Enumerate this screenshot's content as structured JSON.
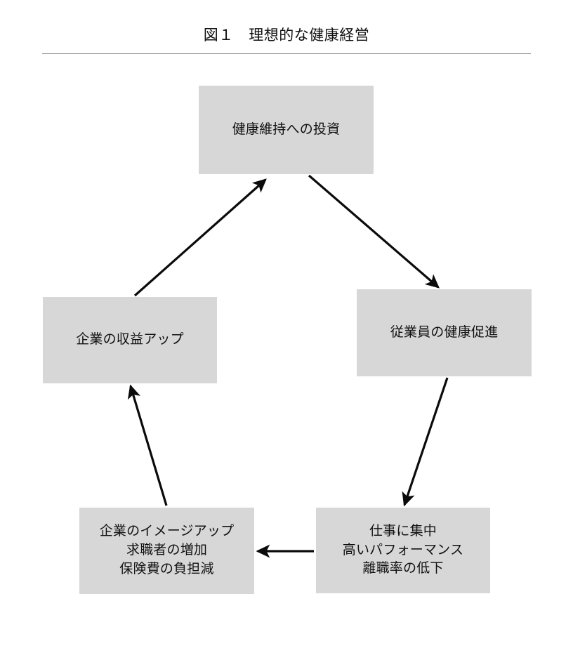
{
  "figure": {
    "title": "図１　理想的な健康経営",
    "title_label": "図１",
    "title_text": "理想的な健康経営",
    "background_color": "#ffffff",
    "node_fill": "#d7d7d7",
    "arrow_color": "#0b0b0b",
    "rule_color": "#8a8a8a"
  },
  "chart_data": {
    "type": "diagram",
    "title": "図１　理想的な健康経営",
    "layout": "cycle",
    "direction": "clockwise",
    "nodes": [
      {
        "id": "investment",
        "label": "健康維持への投資",
        "lines": [
          "健康維持への投資"
        ],
        "position": "top-center"
      },
      {
        "id": "health",
        "label": "従業員の健康促進",
        "lines": [
          "従業員の健康促進"
        ],
        "position": "middle-right"
      },
      {
        "id": "performance",
        "label": "仕事に集中\n高いパフォーマンス\n離職率の低下",
        "lines": [
          "仕事に集中",
          "高いパフォーマンス",
          "離職率の低下"
        ],
        "position": "bottom-right"
      },
      {
        "id": "image",
        "label": "企業のイメージアップ\n求職者の増加\n保険費の負担減",
        "lines": [
          "企業のイメージアップ",
          "求職者の増加",
          "保険費の負担減"
        ],
        "position": "bottom-left"
      },
      {
        "id": "revenue",
        "label": "企業の収益アップ",
        "lines": [
          "企業の収益アップ"
        ],
        "position": "middle-left"
      }
    ],
    "edges": [
      {
        "from": "investment",
        "to": "health",
        "style": "solid-arrow"
      },
      {
        "from": "health",
        "to": "performance",
        "style": "solid-arrow"
      },
      {
        "from": "performance",
        "to": "image",
        "style": "solid-arrow"
      },
      {
        "from": "image",
        "to": "revenue",
        "style": "solid-arrow"
      },
      {
        "from": "revenue",
        "to": "investment",
        "style": "solid-arrow"
      }
    ]
  }
}
